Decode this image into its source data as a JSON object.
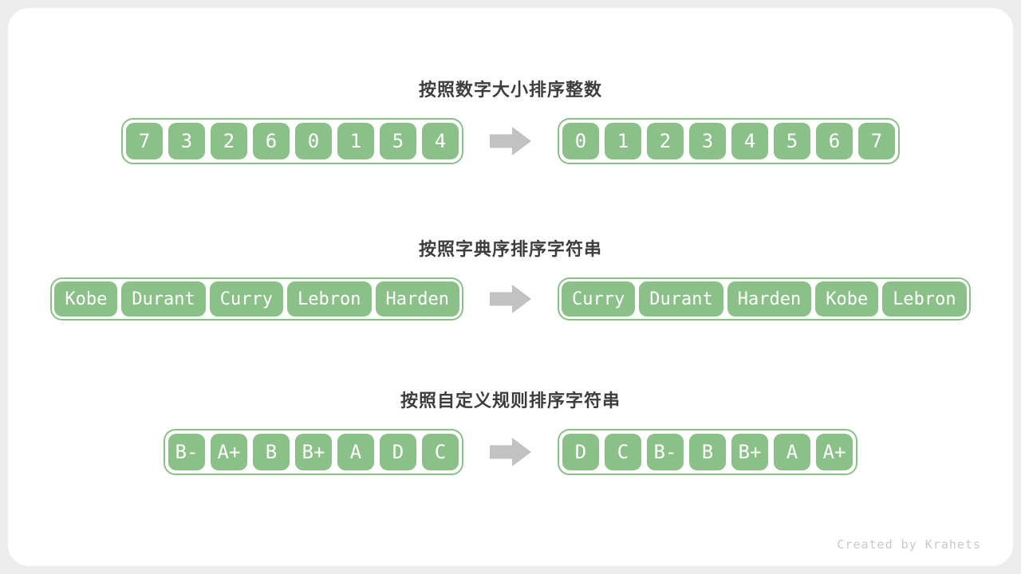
{
  "credit": "Created by Krahets",
  "colors": {
    "page_background": "#ededed",
    "card_background": "#ffffff",
    "cell_green": "#8cc089",
    "title_text": "#3d3d3d",
    "arrow_gray": "#c2c2c2",
    "credit_text": "#c9c9c9"
  },
  "icons": {
    "arrow": "right-block-arrow"
  },
  "sections": [
    {
      "title": "按照数字大小排序整数",
      "before": [
        "7",
        "3",
        "2",
        "6",
        "0",
        "1",
        "5",
        "4"
      ],
      "after": [
        "0",
        "1",
        "2",
        "3",
        "4",
        "5",
        "6",
        "7"
      ]
    },
    {
      "title": "按照字典序排序字符串",
      "before": [
        "Kobe",
        "Durant",
        "Curry",
        "Lebron",
        "Harden"
      ],
      "after": [
        "Curry",
        "Durant",
        "Harden",
        "Kobe",
        "Lebron"
      ]
    },
    {
      "title": "按照自定义规则排序字符串",
      "before": [
        "B-",
        "A+",
        "B",
        "B+",
        "A",
        "D",
        "C"
      ],
      "after": [
        "D",
        "C",
        "B-",
        "B",
        "B+",
        "A",
        "A+"
      ]
    }
  ]
}
